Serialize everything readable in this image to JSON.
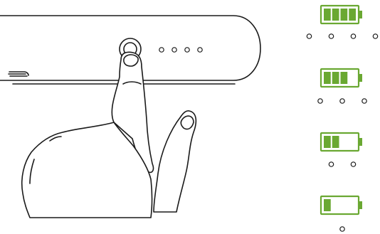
{
  "colors": {
    "battery_fill": "#6aa832",
    "battery_outline": "#6aa832",
    "line": "#1a1a1a",
    "background": "#ffffff"
  },
  "icons": {
    "power_bank": "power-bank-body",
    "finger": "pointing-hand",
    "battery": "battery-level-icon",
    "indicator": "led-indicator-dot"
  },
  "power_bank": {
    "lit_led_count": 4
  },
  "battery_legend": [
    {
      "level_bars": 4,
      "max_bars": 4,
      "led_count": 4
    },
    {
      "level_bars": 3,
      "max_bars": 4,
      "led_count": 3
    },
    {
      "level_bars": 2,
      "max_bars": 4,
      "led_count": 2
    },
    {
      "level_bars": 1,
      "max_bars": 4,
      "led_count": 1
    }
  ]
}
